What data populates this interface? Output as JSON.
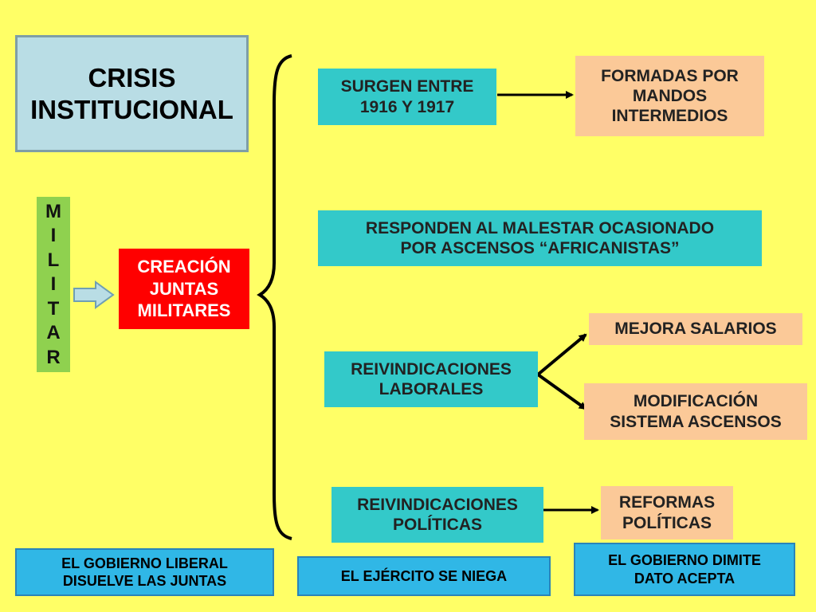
{
  "title": "CRISIS\nINSTITUCIONAL",
  "side_letters": [
    "M",
    "I",
    "L",
    "I",
    "T",
    "A",
    "R"
  ],
  "center": "CREACIÓN\nJUNTAS\nMILITARES",
  "branches": {
    "surgen": "SURGEN ENTRE\n1916 Y 1917",
    "formadas": "FORMADAS POR\nMANDOS\nINTERMEDIOS",
    "responden": "RESPONDEN AL MALESTAR OCASIONADO\nPOR ASCENSOS “AFRICANISTAS”",
    "laborales": "REIVINDICACIONES\nLABORALES",
    "salarios": "MEJORA SALARIOS",
    "ascensos": "MODIFICACIÓN\nSISTEMA ASCENSOS",
    "politicas": "REIVINDICACIONES\nPOLÍTICAS",
    "reformas": "REFORMAS\nPOLÍTICAS"
  },
  "footer": {
    "gobierno_liberal": "EL GOBIERNO  LIBERAL\nDISUELVE LAS JUNTAS",
    "ejercito": "EL EJÉRCITO SE NIEGA",
    "gobierno_dimite": "EL GOBIERNO DIMITE\nDATO ACEPTA"
  },
  "colors": {
    "background": "#ffff66",
    "title_box": "#b9dde5",
    "militar_box": "#8fd14f",
    "center_box": "#ff0000",
    "teal_box": "#33c9c9",
    "peach_box": "#fbc998",
    "footer_box": "#30b7e6"
  }
}
